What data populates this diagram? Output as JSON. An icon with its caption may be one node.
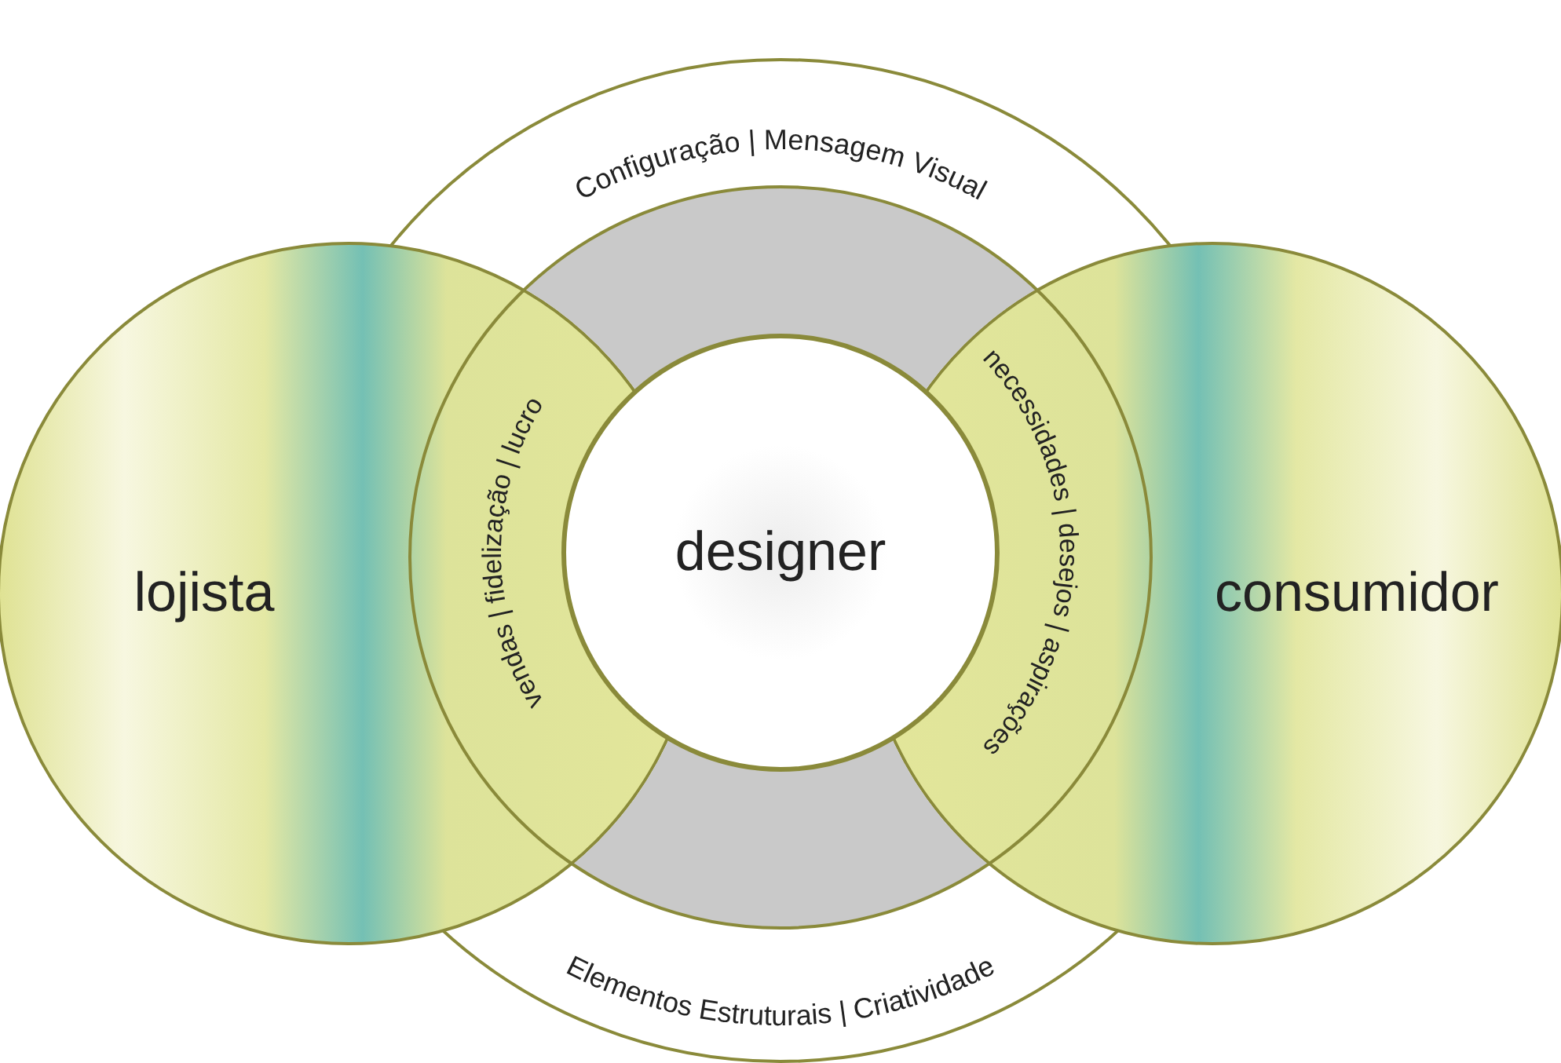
{
  "diagram": {
    "nodes": [
      {
        "text": [
          "Configuração | Mensagem Visual",
          "Elementos Estruturais | Criatividade"
        ]
      },
      {
        "text": [],
        "shape": "circle",
        "in": 0
      },
      {
        "text": [
          "lojista"
        ]
      },
      {
        "text": [
          "consumidor"
        ]
      },
      {
        "text": [
          "designer"
        ],
        "in": 1
      }
    ],
    "labels": [
      "vendas | fidelização | lucro",
      "necessidades | desejos | aspirações"
    ]
  }
}
